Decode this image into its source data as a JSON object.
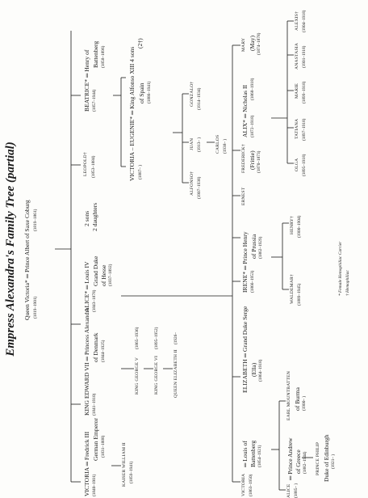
{
  "title": "Empress Alexandra's Family Tree (partial)",
  "root": {
    "queen": "Queen Victoria* ═ Prince Albert of Saxe Coburg",
    "queen_dates": "(1819–1901)",
    "albert_dates": "(1819–1861)"
  },
  "gen1": {
    "victoria": "VICTORIA ═ Fredrick III",
    "victoria_dates": "(1840–1901)",
    "victoria_sub": "German Emperor",
    "fredrick_dates": "(1831–1888)",
    "edward": "KING EDWARD VII ═ Princess Alexandra",
    "edward_dates": "(1841–1910)",
    "alexandra_sub": "of Denmark",
    "alexandra_dates": "(1844–1925)",
    "alice": "ALICE* ═ Louis IV",
    "alice_dates": "(1843–1878)",
    "louis_sub1": "Grand Duke",
    "louis_sub2": "of Hesse",
    "louis_dates": "(1837–1892)",
    "leopold": "LEOPOLD†",
    "leopold_dates": "(1853–1884)",
    "beatrice": "BEATRICE* ═ Henry of",
    "beatrice_dates": "(1857–1944)",
    "henry_sub": "Battenberg",
    "henry_dates": "(1858–1896)"
  },
  "gen2": {
    "kaiser": "KAISER WILLIAM II",
    "kaiser_dates": "(1859–1941)",
    "george5": "KING GEORGE V",
    "george5_dates": "(1865–1936)",
    "george6": "KING GEORGE VI",
    "george6_dates": "(1895–1952)",
    "elizabeth2": "QUEEN ELIZABETH II",
    "elizabeth2_dates": "(1926–",
    "two_sons": "2 sons",
    "two_daughters": "2 daughters",
    "victoria_eugenie": "VICTORIA – EUGENIE* ═ King Alfonso XIII 4 sons",
    "victoria_eugenie_dates": "(1887– )",
    "alfonso13_sub": "of Spain",
    "alfonso13_dates": "(1886–1941)",
    "four_sons_note": "(2†)"
  },
  "hesse_children": {
    "victoria": "VICTORIA",
    "victoria_dates": "(1863–1950)",
    "louis_b": "═ Louis of",
    "battenberg": "Battenberg",
    "battenberg_dates": "(1854–1921)",
    "elizabeth": "ELIZABETH ═ Grand Duke Serge",
    "ella": "(Ella)",
    "elizabeth_dates": "(1864–1918)",
    "irene": "IRENE* ═ Prince Henry",
    "irene_dates": "(1866–1953)",
    "ernest": "ERNEST",
    "henry_sub": "of Prussia",
    "henry_dates": "(1862–1929)",
    "frederick": "FREDERICK†",
    "frittie": "(Frittie)",
    "frederick_dates": "(1870–1873)",
    "alix": "ALIX* ═ Nicholas II",
    "alix_dates": "(1872–1918)",
    "nicholas_dates": "(1868–1918)",
    "may": "MARY",
    "may_sub": "(May)",
    "may_dates": "(1874–1878)"
  },
  "gen3_spain": {
    "alfonso": "ALFONSO†",
    "alfonso_dates": "(1907–1938)",
    "juan": "JUAN",
    "juan_dates": "(1913– )",
    "gonzalo": "GONZALO†",
    "gonzalo_dates": "(1914–1934)",
    "carlos": "CARLOS",
    "carlos_dates": "(1938– )"
  },
  "gen3_hesse": {
    "alice": "ALICE",
    "alice_dates": "(1885– )",
    "andrew": "═ Prince Andrew",
    "andrew_sub": "of Greece",
    "andrew_dates": "(1882–1944)",
    "philip": "PRINCE PHILIP",
    "philip_sub": "Duke of Edinburgh",
    "philip_dates": "(1921– )",
    "mountbatten": "EARL MOUNTBATTEN",
    "mountbatten_sub": "of Burma",
    "mountbatten_dates": "(1900– )",
    "waldemar": "WALDEMAR†",
    "waldemar_dates": "(1889–1945)",
    "henry": "HENRY†",
    "henry_dates": "(1900–1904)",
    "olga": "OLGA",
    "olga_dates": "(1895–1918)",
    "tatiana": "TATIANA",
    "tatiana_dates": "(1897–1918)",
    "marie": "MARIE",
    "marie_dates": "(1899–1918)",
    "anastasia": "ANASTASIA",
    "anastasia_dates": "(1901–1918)",
    "alexis": "ALEXIS†",
    "alexis_dates": "(1904–1918)"
  },
  "legend": {
    "carrier": "* Female Hemophiliac Carrier",
    "hemophiliac": "† Hemophiliac"
  }
}
